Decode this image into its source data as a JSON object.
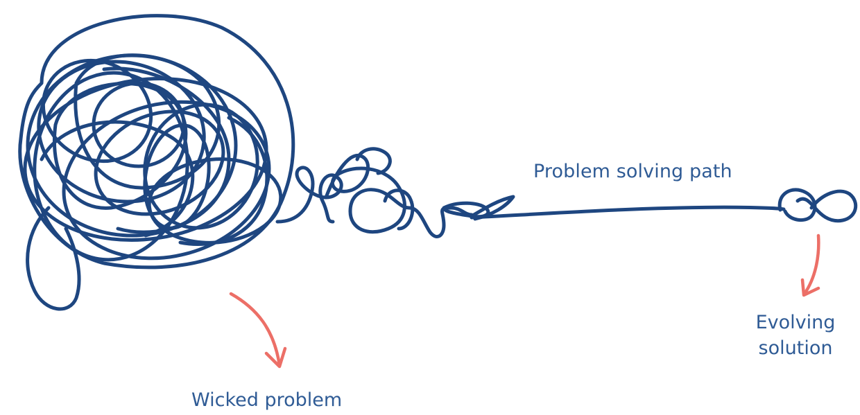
{
  "labels": {
    "path": "Problem solving path",
    "wicked": "Wicked problem",
    "solution_line1": "Evolving",
    "solution_line2": "solution"
  },
  "colors": {
    "line": "#1e4680",
    "text": "#2f5b95",
    "arrow": "#ec6f67",
    "background": "#ffffff"
  },
  "icons": {
    "tangle": "scribble-icon",
    "arrow": "arrow-icon"
  }
}
